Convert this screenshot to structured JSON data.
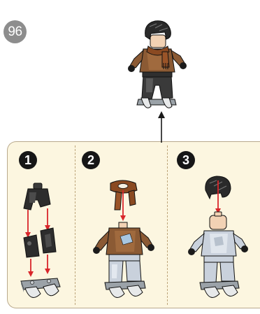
{
  "main_step": {
    "number": "96"
  },
  "sub_steps": [
    {
      "number": "1"
    },
    {
      "number": "2"
    },
    {
      "number": "3"
    }
  ],
  "colors": {
    "panel_background": "#fcf6e0",
    "panel_border": "#b9a98c",
    "arrow_red": "#d9262b",
    "step_badge": "#8d8d8d",
    "sub_badge": "#161616"
  }
}
